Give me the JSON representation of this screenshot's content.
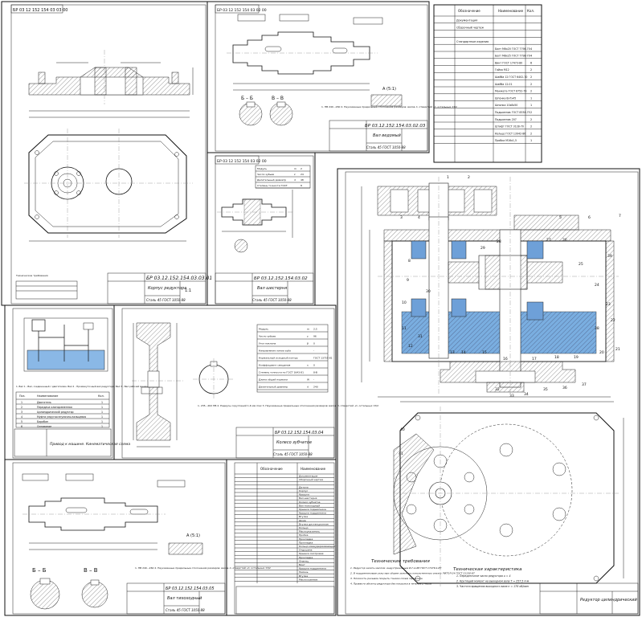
{
  "sheets": {
    "housing": {
      "corner_code": "БР 03 12 152 154 03 03 00",
      "title_code": "БР 03.12.152.154.03.03.01",
      "name": "Корпус редуктора",
      "material": "Сталь 45 ГОСТ 1050-88",
      "scale": "1:1"
    },
    "shaft_driven": {
      "corner_code": "БР 03 12 152 154 03 02 00",
      "title_code": "БР 03.12.152.154.03.02.03",
      "name": "Вал ведомый",
      "material": "Сталь 45 ГОСТ 1050-88",
      "section_bb": "Б – Б",
      "section_vv": "В – В",
      "view_a": "А (5:1)",
      "note": "1. HB 240...260\n2. Неуказанные предельные отклонения размеров: валов -t, отверстий +t, остальных ±t/2"
    },
    "shaft_gear": {
      "corner_code": "БР 03 12 152 154 03 02 00",
      "title_code": "БР 03.12.152.154.03.02",
      "name": "Вал шестерня",
      "material": "Сталь 45 ГОСТ 1050-88",
      "params": [
        [
          "Модуль",
          "m",
          "2"
        ],
        [
          "Число зубьев",
          "z",
          "24"
        ],
        [
          "Делительный диаметр",
          "d",
          "48"
        ],
        [
          "Степень точности ГОСТ",
          "",
          "8"
        ]
      ]
    },
    "spec": {
      "col1": "Обозначение",
      "col2": "Наименование",
      "col3": "Кол.",
      "rows": [
        [
          "Документация",
          ""
        ],
        [
          "Сборочный чертеж",
          ""
        ],
        [
          "",
          ""
        ],
        [
          "Стандартные изделия",
          ""
        ],
        [
          "",
          "Болт М6x20 ГОСТ 7798-70",
          "4"
        ],
        [
          "",
          "Болт М8x25 ГОСТ 7798-70",
          "4"
        ],
        [
          "",
          "Винт ГОСТ 17473-80",
          "6"
        ],
        [
          "",
          "Гайка М12",
          "2"
        ],
        [
          "",
          "Шайба 12 ГОСТ 6402-70",
          "2"
        ],
        [
          "",
          "Шайба 12.01",
          "2"
        ],
        [
          "",
          "Манжета ГОСТ 8752-79",
          "2"
        ],
        [
          "",
          "Шпонка 8x7x45",
          "1"
        ],
        [
          "",
          "Шпонка 10x8x50",
          "1"
        ],
        [
          "",
          "Подшипник ГОСТ 8338-75",
          "2"
        ],
        [
          "",
          "Подшипник 207",
          "2"
        ],
        [
          "",
          "Штифт ГОСТ 3128-70",
          "2"
        ],
        [
          "",
          "Кольцо ГОСТ 13942-86",
          "2"
        ],
        [
          "",
          "Пробка М16x1,5",
          "1"
        ]
      ]
    },
    "kinematic": {
      "note": "1. Вал 1 - Вал, соединенный с двигателем. Вал 2 - Промежуточный вал редуктора. Вал 3 - Вал рабочей машины",
      "headers": [
        "Поз.",
        "Наименование",
        "Кол."
      ],
      "rows": [
        [
          "1",
          "Двигатель",
          "1"
        ],
        [
          "2",
          "Передача клиноременная",
          "1"
        ],
        [
          "3",
          "Цилиндрический редуктор",
          "1"
        ],
        [
          "4",
          "Муфта упругая втулочно-пальцевая",
          "1"
        ],
        [
          "5",
          "Барабан",
          "1"
        ],
        [
          "6",
          "Основание",
          "1"
        ]
      ],
      "name": "Привод к машине. Кинематическая схема"
    },
    "gear_wheel": {
      "title_code": "БР 03.12.152.154.03.04",
      "name": "Колесо зубчатое",
      "material": "Сталь 45 ГОСТ 1050-88",
      "notes": "1. 235...262 НВ\n2. Радиусы скруглений 1,6 мм max\n3. Неуказанные предельные отклонения размеров: валов -t, отверстий +t, остальных ±t/2",
      "params": [
        [
          "Модуль",
          "m",
          "2,5"
        ],
        [
          "Число зубьев",
          "z",
          "96"
        ],
        [
          "Угол наклона",
          "β",
          "0"
        ],
        [
          "Направление линии зуба",
          "",
          "-"
        ],
        [
          "Нормальный исходный контур",
          "",
          "ГОСТ 13755-81"
        ],
        [
          "Коэффициент смещения",
          "x",
          "0"
        ],
        [
          "Степень точности по ГОСТ 1643-81",
          "",
          "8-B"
        ],
        [
          "Длина общей нормали",
          "W",
          "-"
        ],
        [
          "Делительный диаметр",
          "d",
          "240"
        ]
      ]
    },
    "shaft_slow": {
      "title_code": "БР 03.12.152.154.03.05",
      "name": "Вал тихоходный",
      "material": "Сталь 45 ГОСТ 1050-88",
      "section_bb": "Б – Б",
      "section_vv": "В – В",
      "view_a": "А (5:1)",
      "note": "1. HB 240...260\n2. Неуказанные предельные отклонения размеров: валов -t, отверстий +t, остальных ±t/2"
    },
    "spec2": {
      "col1": "Обозначение",
      "col2": "Наименование",
      "rows": [
        "Документация",
        "Сборочный чертеж",
        "",
        "Детали",
        "Корпус",
        "Крышка",
        "Вал-шестерня",
        "Колесо зубчатое",
        "Вал тихоходный",
        "Крышка подшипника",
        "Крышка подшипника",
        "Втулка",
        "Шкив",
        "Втулка дистанционная",
        "Кольцо",
        "Маслоуказатель",
        "Пробка",
        "Прокладка",
        "Прокладка",
        "Кольцо мазеудерживающее",
        "Отдушина",
        "Крышка смотровая",
        "Прокладка",
        "Фланец",
        "Винт",
        "Крышка подшипника",
        "Ремень",
        "Втулка",
        "Маслосъемник"
      ]
    },
    "assembly": {
      "tech_req_title": "Технические требования",
      "tech_req": [
        "1. Редуктор залить маслом: индустриальным И-Г-А-68 ГОСТ 17479.4-87",
        "2. В подшипниковые узлы при сборке заложить консистентную смазку ЛИТОЛ-24 ГОСТ 21150-87",
        "3. Плоскость разъема покрыть тонким слоем герметика",
        "4. Провести обкатку редуктора без нагрузки в течение 2 часов"
      ],
      "tech_char_title": "Техническая характеристика",
      "tech_char": [
        "1. Передаточное число редуктора u = 4",
        "2. Крутящий момент на выходном валу Т = 257,5 Н·м",
        "3. Частота вращения выходного вала n = 178 об/мин"
      ],
      "name": "Редуктор цилиндрический",
      "callouts": [
        "1",
        "2",
        "3",
        "4",
        "5",
        "6",
        "7",
        "8",
        "9",
        "10",
        "11",
        "12",
        "13",
        "14",
        "15",
        "16",
        "17",
        "18",
        "19",
        "20",
        "21",
        "22",
        "23",
        "24",
        "25",
        "26",
        "27",
        "28",
        "29",
        "30",
        "31",
        "32",
        "33",
        "34",
        "35",
        "36",
        "37",
        "38",
        "39",
        "40",
        "41"
      ]
    }
  }
}
